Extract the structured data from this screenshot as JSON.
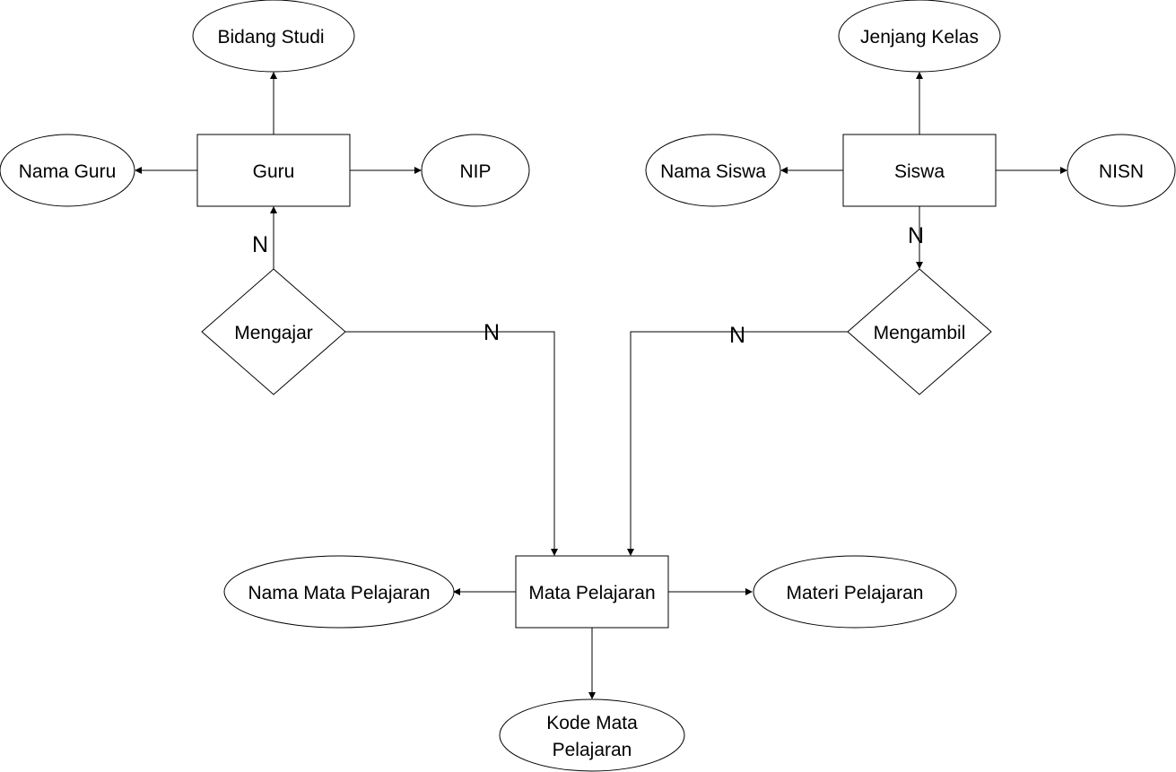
{
  "entities": {
    "guru": "Guru",
    "siswa": "Siswa",
    "mata_pelajaran": "Mata Pelajaran"
  },
  "attributes": {
    "bidang_studi": "Bidang Studi",
    "nama_guru": "Nama Guru",
    "nip": "NIP",
    "jenjang_kelas": "Jenjang Kelas",
    "nama_siswa": "Nama Siswa",
    "nisn": "NISN",
    "nama_mata_pelajaran": "Nama Mata Pelajaran",
    "materi_pelajaran": "Materi Pelajaran",
    "kode_mata_pelajaran_line1": "Kode Mata",
    "kode_mata_pelajaran_line2": "Pelajaran"
  },
  "relationships": {
    "mengajar": "Mengajar",
    "mengambil": "Mengambil"
  },
  "cardinalities": {
    "guru_mengajar": "N",
    "mengajar_mapel": "N",
    "siswa_mengambil": "N",
    "mengambil_mapel": "N"
  }
}
